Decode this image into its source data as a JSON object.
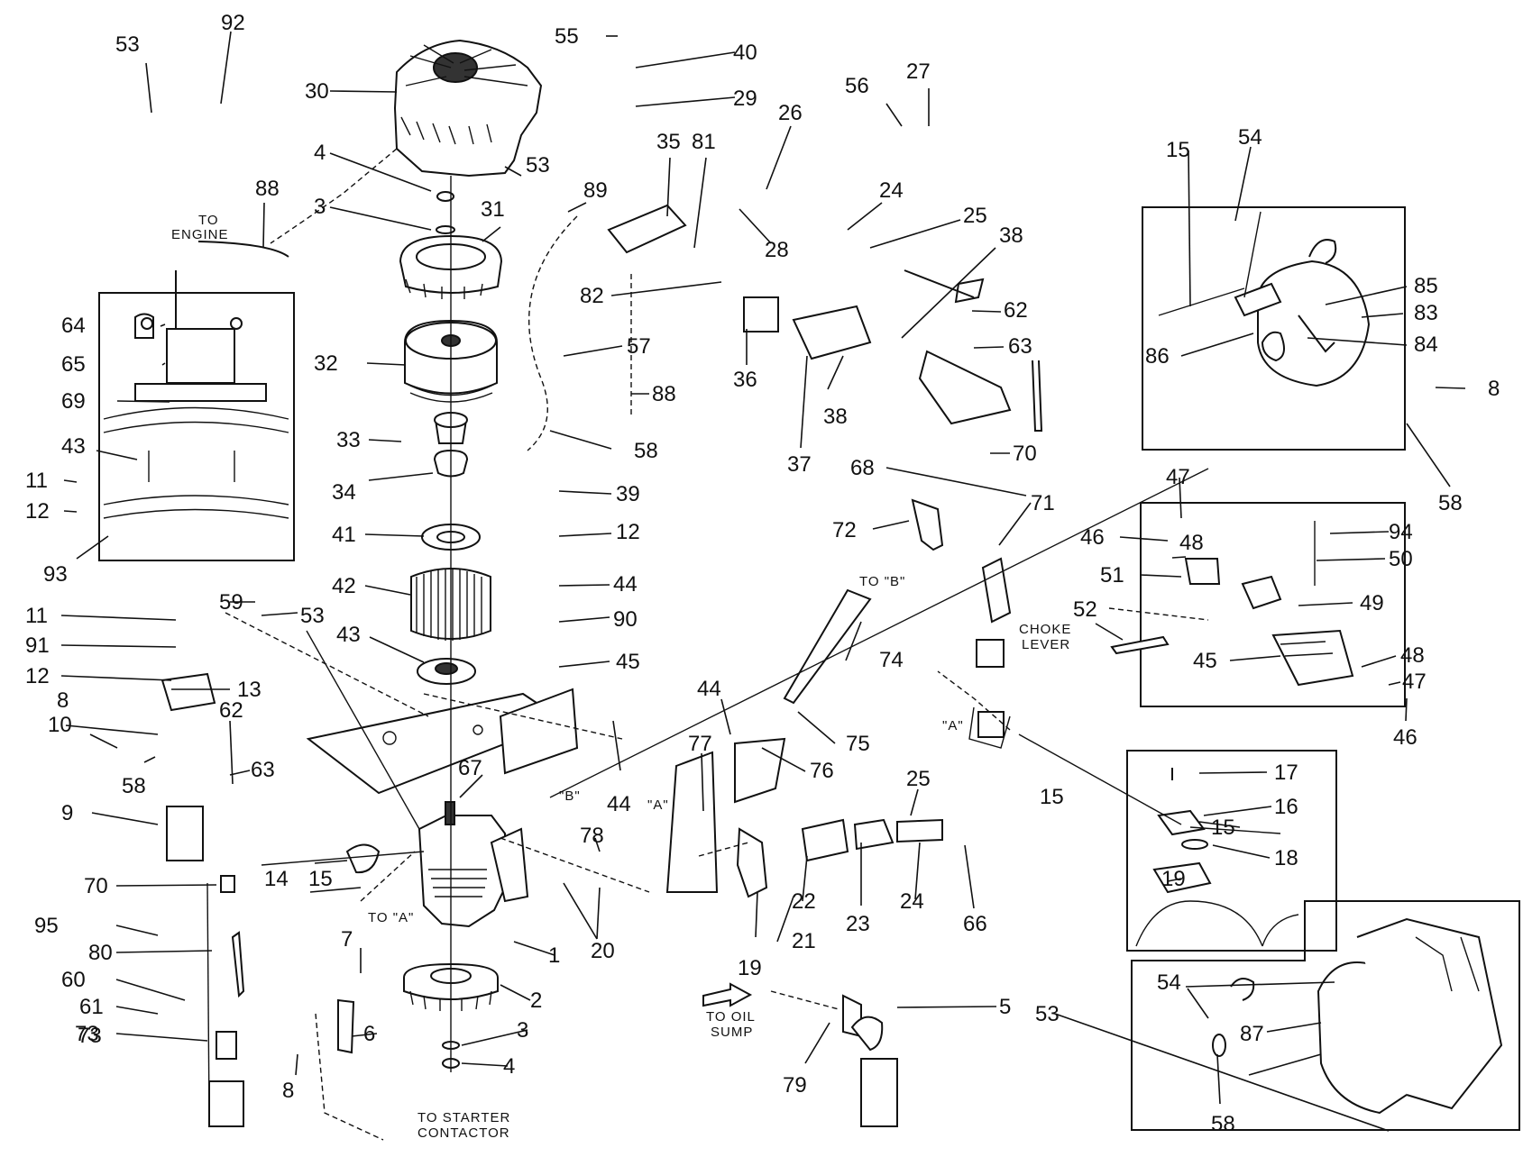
{
  "annotations": {
    "to_engine": [
      "TO",
      "ENGINE"
    ],
    "to_b": "TO \"B\"",
    "to_a": "TO \"A\"",
    "b_mark": "\"B\"",
    "a_mark_left": "\"A\"",
    "a_mark_right": "\"A\"",
    "choke_lever": [
      "CHOKE",
      "LEVER"
    ],
    "to_oil_sump": [
      "TO OIL",
      "SUMP"
    ],
    "to_starter_contactor": [
      "TO STARTER",
      "CONTACTOR"
    ]
  },
  "part_labels": [
    "53",
    "92",
    "30",
    "4",
    "3",
    "31",
    "53",
    "88",
    "55",
    "40",
    "29",
    "35",
    "81",
    "89",
    "82",
    "26",
    "28",
    "56",
    "27",
    "24",
    "25",
    "38",
    "64",
    "65",
    "69",
    "43",
    "11",
    "12",
    "93",
    "32",
    "57",
    "88",
    "36",
    "37",
    "38",
    "33",
    "34",
    "58",
    "39",
    "12",
    "41",
    "42",
    "15",
    "54",
    "85",
    "83",
    "84",
    "86",
    "8",
    "58",
    "62",
    "63",
    "70",
    "68",
    "71",
    "72",
    "59",
    "53",
    "11",
    "91",
    "12",
    "13",
    "10",
    "8",
    "58",
    "44",
    "90",
    "45",
    "43",
    "74",
    "47",
    "46",
    "48",
    "94",
    "50",
    "51",
    "49",
    "52",
    "45",
    "48",
    "47",
    "46",
    "62",
    "63",
    "67",
    "44",
    "44",
    "75",
    "76",
    "77",
    "25",
    "17",
    "15",
    "16",
    "15",
    "18",
    "19",
    "9",
    "14",
    "15",
    "70",
    "95",
    "80",
    "60",
    "61",
    "73",
    "7",
    "6",
    "8",
    "2",
    "3",
    "4",
    "1",
    "20",
    "78",
    "21",
    "19",
    "22",
    "23",
    "24",
    "66",
    "5",
    "79",
    "54",
    "87",
    "58",
    "53",
    "73"
  ]
}
